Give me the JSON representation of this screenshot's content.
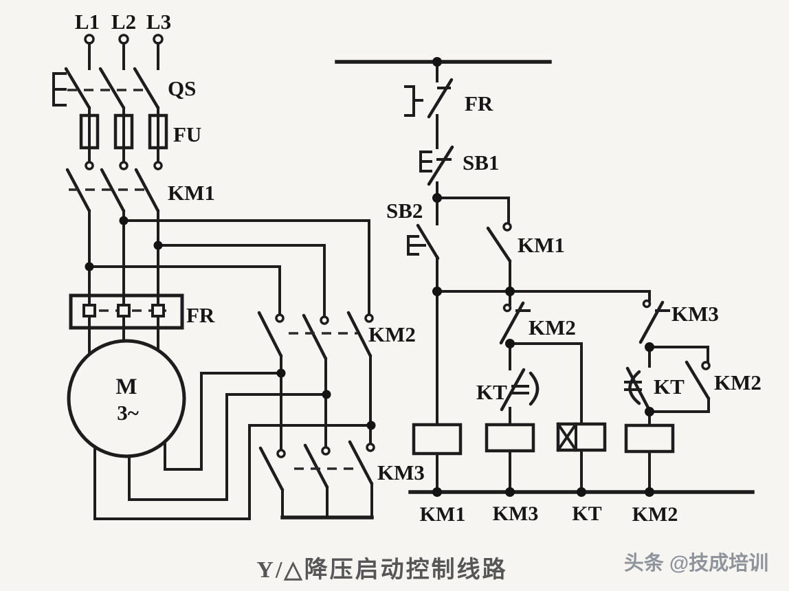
{
  "caption": "Y/△降压启动控制线路",
  "watermark": "头条 @技成培训",
  "colors": {
    "background": "#f6f5f2",
    "line": "#1d1d1d",
    "caption_text": "#565656",
    "watermark_text": "#8d949b"
  },
  "power": {
    "phases": [
      "L1",
      "L2",
      "L3"
    ],
    "qs": "QS",
    "fu": "FU",
    "km1": "KM1",
    "fr": "FR",
    "km2": "KM2",
    "km3": "KM3",
    "motor_letter": "M",
    "motor_phase": "3~"
  },
  "control": {
    "fr": "FR",
    "sb1": "SB1",
    "sb2": "SB2",
    "km1_aux": "KM1",
    "km2_nc": "KM2",
    "kt_nc": "KT",
    "km3_nc": "KM3",
    "kt_no": "KT",
    "km2_no": "KM2",
    "coils": [
      "KM1",
      "KM3",
      "KT",
      "KM2"
    ]
  }
}
